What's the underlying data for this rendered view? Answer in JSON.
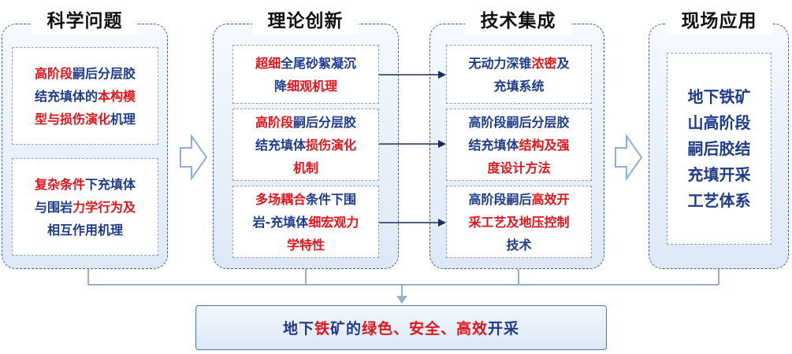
{
  "columns": [
    {
      "title": "科学问题"
    },
    {
      "title": "理论创新"
    },
    {
      "title": "技术集成"
    },
    {
      "title": "现场应用"
    }
  ],
  "science": [
    [
      [
        {
          "t": "高阶段",
          "h": true
        },
        {
          "t": "嗣后分层胶",
          "h": false
        }
      ],
      [
        {
          "t": "结充填体的",
          "h": false
        },
        {
          "t": "本构模",
          "h": true
        }
      ],
      [
        {
          "t": "型与损伤演化",
          "h": true
        },
        {
          "t": "机理",
          "h": false
        }
      ]
    ],
    [
      [
        {
          "t": "复杂条件",
          "h": true
        },
        {
          "t": "下充填体",
          "h": false
        }
      ],
      [
        {
          "t": "与围岩",
          "h": false
        },
        {
          "t": "力学行为及",
          "h": true
        }
      ],
      [
        {
          "t": "相互作用机理",
          "h": false
        }
      ]
    ]
  ],
  "theory": [
    [
      [
        {
          "t": "超细",
          "h": true
        },
        {
          "t": "全尾砂絮凝沉",
          "h": false
        }
      ],
      [
        {
          "t": "降",
          "h": false
        },
        {
          "t": "细观机理",
          "h": true
        }
      ]
    ],
    [
      [
        {
          "t": "高阶段",
          "h": true
        },
        {
          "t": "嗣后分层胶",
          "h": false
        }
      ],
      [
        {
          "t": "结充填体",
          "h": false
        },
        {
          "t": "损伤演化",
          "h": true
        }
      ],
      [
        {
          "t": "机制",
          "h": true
        }
      ]
    ],
    [
      [
        {
          "t": "多场耦合",
          "h": true
        },
        {
          "t": "条件下围",
          "h": false
        }
      ],
      [
        {
          "t": "岩-充填体",
          "h": false
        },
        {
          "t": "细宏观力",
          "h": true
        }
      ],
      [
        {
          "t": "学特性",
          "h": true
        }
      ]
    ]
  ],
  "tech": [
    [
      [
        {
          "t": "无动力深锥",
          "h": false
        },
        {
          "t": "浓密",
          "h": true
        },
        {
          "t": "及",
          "h": false
        }
      ],
      [
        {
          "t": "充填系统",
          "h": false
        }
      ]
    ],
    [
      [
        {
          "t": "高阶段嗣后分层胶",
          "h": false
        }
      ],
      [
        {
          "t": "结充填体",
          "h": false
        },
        {
          "t": "结构及强",
          "h": true
        }
      ],
      [
        {
          "t": "度设计方法",
          "h": true
        }
      ]
    ],
    [
      [
        {
          "t": "高阶段嗣后",
          "h": false
        },
        {
          "t": "高效开",
          "h": true
        }
      ],
      [
        {
          "t": "采工艺及地压控制",
          "h": true
        }
      ],
      [
        {
          "t": "技术",
          "h": false
        }
      ]
    ]
  ],
  "field_lines": [
    "地下铁矿",
    "山高阶段",
    "嗣后胶结",
    "充填开采",
    "工艺体系"
  ],
  "goal": [
    {
      "t": "地下",
      "h": false
    },
    {
      "t": "铁",
      "h": true
    },
    {
      "t": "矿的",
      "h": false
    },
    {
      "t": "绿色、安全、高效",
      "h": true
    },
    {
      "t": "开采",
      "h": false
    }
  ],
  "colors": {
    "highlight": "#e3141c",
    "text": "#1e3b8c",
    "border": "#3d5f94",
    "connector": "#9aaecf",
    "arrow": "#1a2f5a"
  }
}
